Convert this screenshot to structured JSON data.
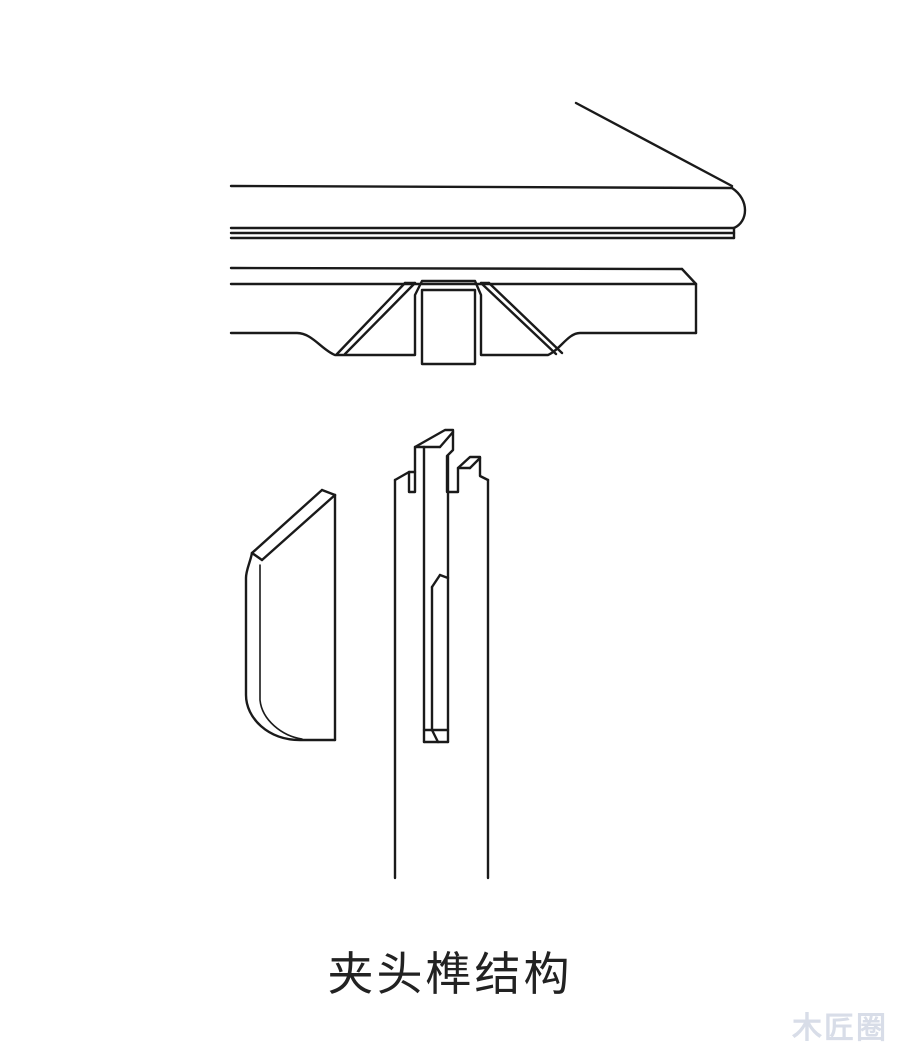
{
  "caption": "夹头榫结构",
  "watermark": "木匠圈",
  "parts": {
    "tabletop": "tabletop-board",
    "apron": "apron-with-spandrels",
    "spandrel_piece": "loose-spandrel-piece",
    "leg": "leg-with-tenon"
  },
  "colors": {
    "line": "#1a1a1a",
    "background": "#ffffff",
    "watermark": "#d8dde8"
  }
}
